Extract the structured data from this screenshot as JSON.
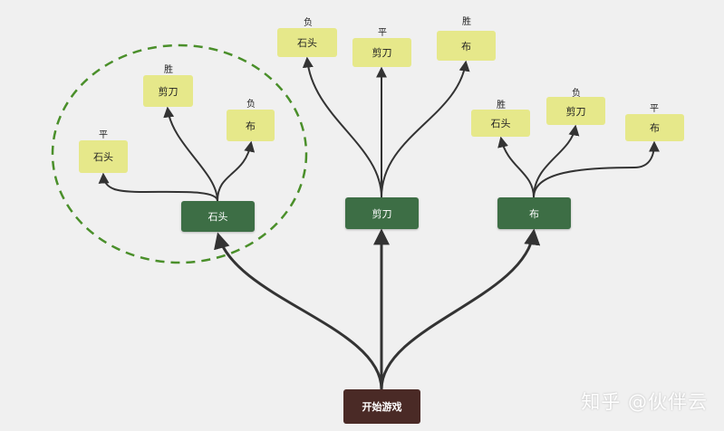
{
  "root": {
    "label": "开始游戏"
  },
  "moves": [
    {
      "label": "石头",
      "outcomes": [
        {
          "label": "石头",
          "result": "平"
        },
        {
          "label": "剪刀",
          "result": "胜"
        },
        {
          "label": "布",
          "result": "负"
        }
      ]
    },
    {
      "label": "剪刀",
      "outcomes": [
        {
          "label": "石头",
          "result": "负"
        },
        {
          "label": "剪刀",
          "result": "平"
        },
        {
          "label": "布",
          "result": "胜"
        }
      ]
    },
    {
      "label": "布",
      "outcomes": [
        {
          "label": "石头",
          "result": "胜"
        },
        {
          "label": "剪刀",
          "result": "负"
        },
        {
          "label": "布",
          "result": "平"
        }
      ]
    }
  ],
  "watermark": "知乎 @伙伴云",
  "colors": {
    "background": "#f0f0f0",
    "root": "#4a2a26",
    "move": "#3d6e45",
    "outcome": "#e6e88a",
    "edge": "#333333",
    "highlight": "#4a8f2a"
  }
}
